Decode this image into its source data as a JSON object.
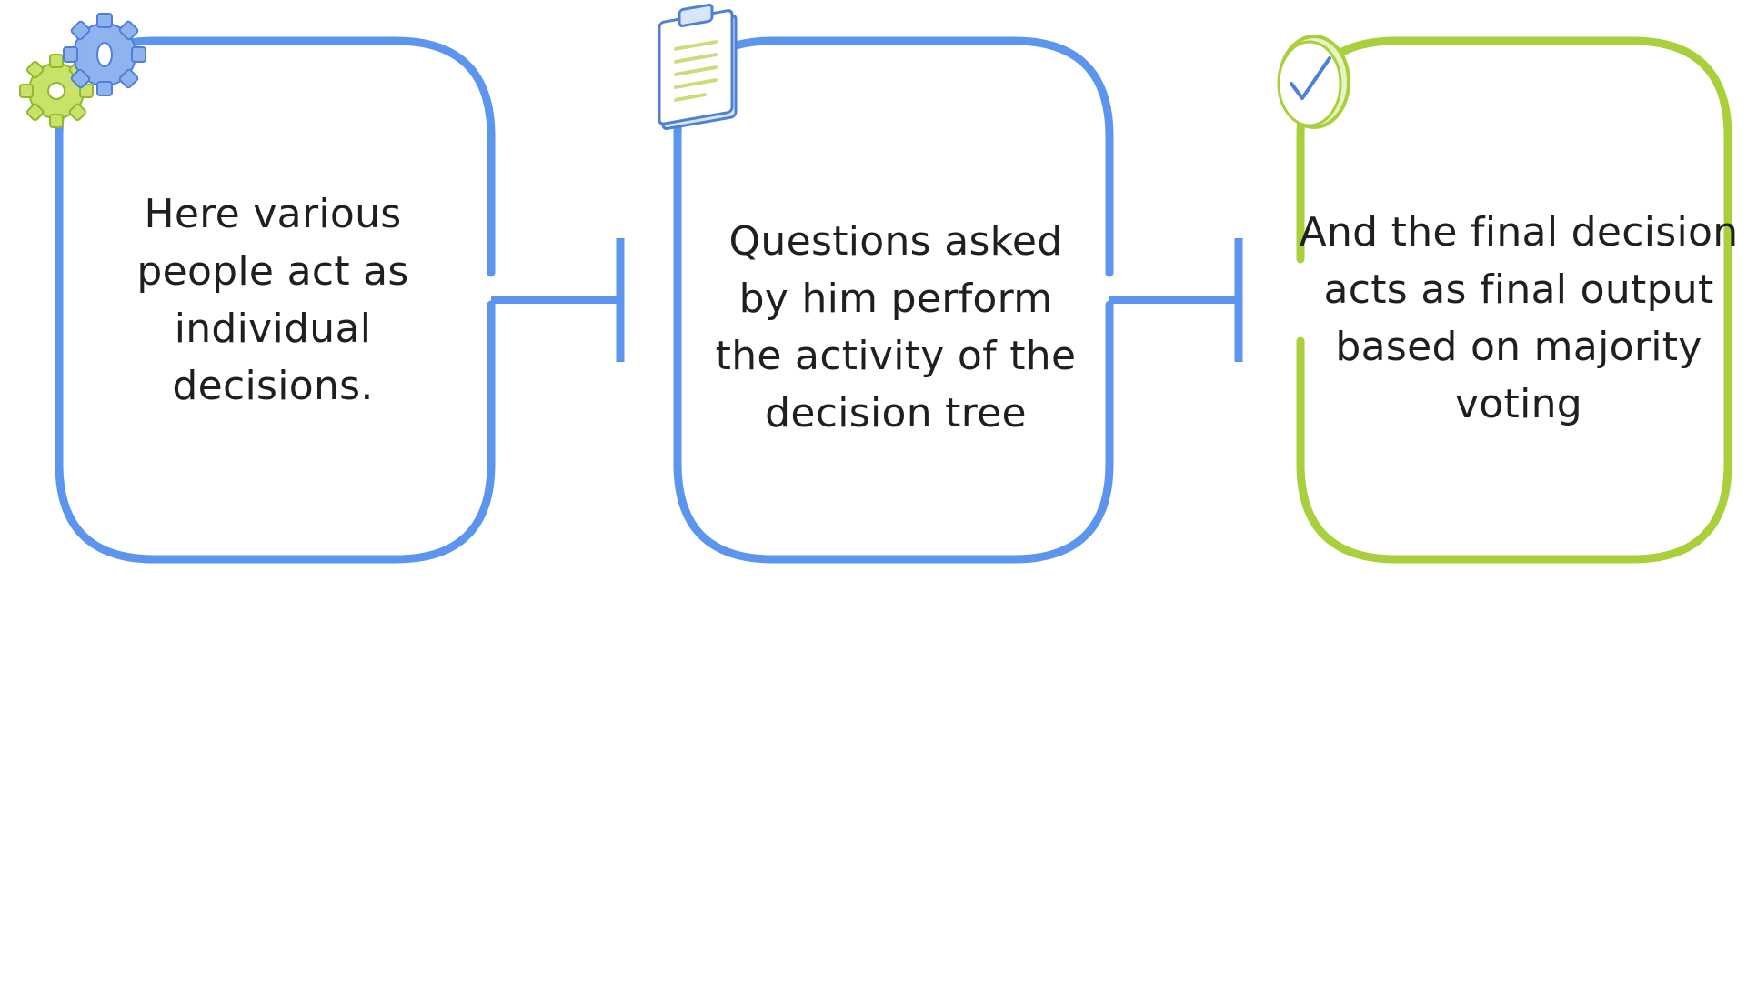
{
  "colors": {
    "blue": "#5b95ee",
    "green": "#a9cf3a",
    "text": "#1f1f1f",
    "background": "#ffffff"
  },
  "steps": [
    {
      "text": "Here various people act as individual decisions.",
      "border_color": "#5b95ee",
      "icon": "gears-icon"
    },
    {
      "text": "Questions asked by him perform the activity of the decision tree",
      "border_color": "#5b95ee",
      "icon": "clipboard-icon"
    },
    {
      "text": "And the final decision acts as final output based on majority voting",
      "border_color": "#a9cf3a",
      "icon": "checkmark-badge-icon"
    }
  ],
  "connectors": [
    {
      "from": 1,
      "to": 2,
      "color": "#5b95ee"
    },
    {
      "from": 2,
      "to": 3,
      "color": "#5b95ee"
    }
  ]
}
